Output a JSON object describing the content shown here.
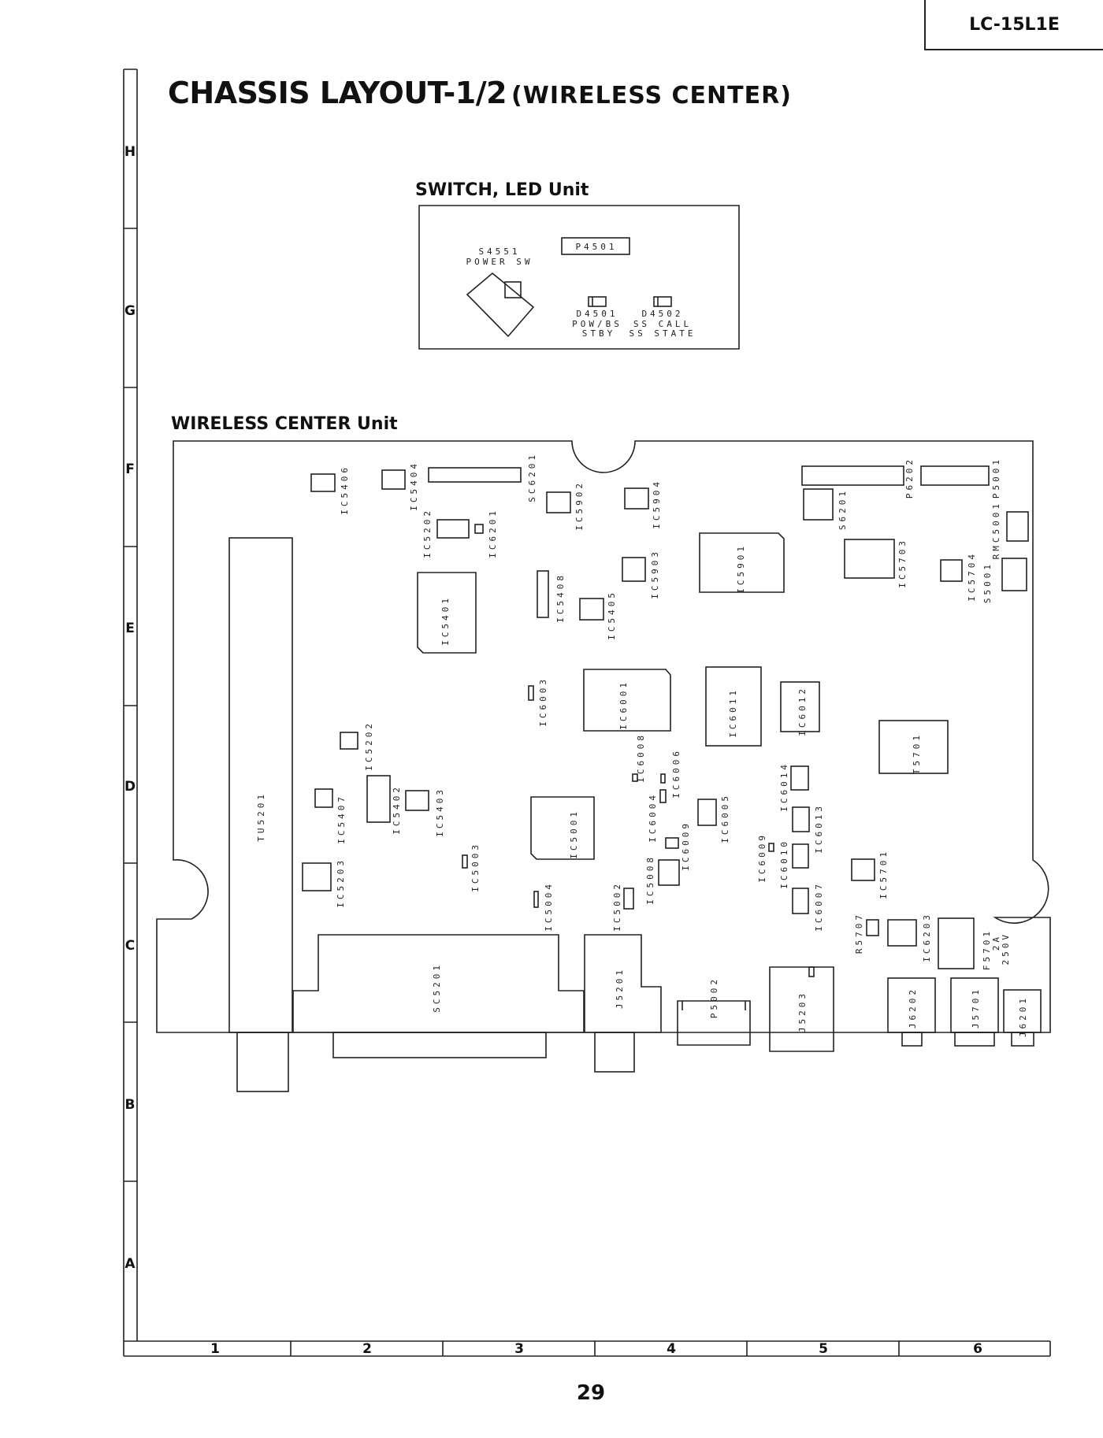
{
  "header": {
    "model": "LC-15L1E"
  },
  "title": {
    "main": "CHASSIS LAYOUT-1/2",
    "sub": "(WIRELESS CENTER)"
  },
  "page_number": "29",
  "grid": {
    "rows": [
      "H",
      "G",
      "F",
      "E",
      "D",
      "C",
      "B",
      "A"
    ],
    "columns": [
      "1",
      "2",
      "3",
      "4",
      "5",
      "6"
    ]
  },
  "switch_unit": {
    "title": "SWITCH, LED Unit",
    "labels": {
      "s4551": [
        "S4551",
        "POWER SW"
      ],
      "p4501": "P4501",
      "d4501": [
        "D4501",
        "POW/BS",
        "STBY"
      ],
      "d4502": [
        "D4502",
        "SS CALL",
        "SS STATE"
      ]
    }
  },
  "wireless_unit": {
    "title": "WIRELESS CENTER Unit",
    "components": {
      "ic5406": "IC5406",
      "ic5404": "IC5404",
      "sc6201": "SC6201",
      "ic5902": "IC5902",
      "ic5904": "IC5904",
      "s6201": "S6201",
      "p6202": "P6202",
      "p5001": "P5001",
      "ic5202": "IC5202",
      "ic6201": "IC6201",
      "rmc5001": "RMC5001",
      "ic5703": "IC5703",
      "ic5704": "IC5704",
      "s5001": "S5001",
      "ic5903": "IC5903",
      "ic5901": "IC5901",
      "ic5401": "IC5401",
      "ic5408": "IC5408",
      "ic5405": "IC5405",
      "ic6003": "IC6003",
      "ic6001": "IC6001",
      "ic6011": "IC6011",
      "ic6012": "IC6012",
      "t5701": "T5701",
      "ic5202b": "IC5202",
      "ic6008": "IC6008",
      "ic6006": "IC6006",
      "ic6014": "IC6014",
      "tu5201": "TU5201",
      "ic5407": "IC5407",
      "ic5402": "IC5402",
      "ic5403": "IC5403",
      "ic6004": "IC6004",
      "ic6005": "IC6005",
      "ic6013": "IC6013",
      "ic5001": "IC5001",
      "ic6009": "IC6009",
      "ic6009b": "IC6009",
      "ic6010": "IC6010",
      "ic5203": "IC5203",
      "ic5003": "IC5003",
      "ic5008": "IC5008",
      "ic5701": "IC5701",
      "ic5004": "IC5004",
      "ic5002": "IC5002",
      "ic6007": "IC6007",
      "r5707": "R5707",
      "ic6203": "IC6203",
      "f5701": [
        "F5701",
        "2A",
        "250V"
      ],
      "sc5201": "SC5201",
      "j5201": "J5201",
      "p5002": "P5002",
      "j5203": "J5203",
      "j6202": "J6202",
      "j5701": "J5701",
      "j6201": "J6201"
    }
  }
}
